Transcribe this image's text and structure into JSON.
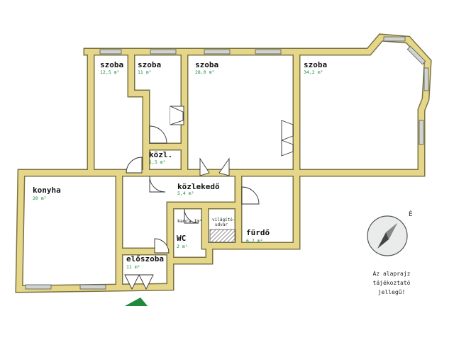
{
  "rooms": {
    "szoba1": {
      "name": "szoba",
      "area": "12,5 m²"
    },
    "szoba2": {
      "name": "szoba",
      "area": "11 m²"
    },
    "szoba3": {
      "name": "szoba",
      "area": "28,0 m²"
    },
    "szoba4": {
      "name": "szoba",
      "area": "34,2 m²"
    },
    "kozl": {
      "name": "közl.",
      "area": "1,5 m²"
    },
    "kozlekedo": {
      "name": "közlekedő",
      "area": "5,4 m²"
    },
    "konyha": {
      "name": "konyha",
      "area": "20 m²"
    },
    "furdo": {
      "name": "fürdő",
      "area": "6,7 m²"
    },
    "wc": {
      "name": "WC",
      "area": "2 m²"
    },
    "eloszoba": {
      "name": "előszoba",
      "area": "11 m²"
    }
  },
  "kamra": {
    "label": "kamra",
    "area": "1m²"
  },
  "vilagito": {
    "line1": "világító-",
    "line2": "udvar"
  },
  "compass": {
    "north": "É"
  },
  "note": {
    "line1": "Az alaprajz",
    "line2": "tájékoztató",
    "line3": "jellegű!"
  },
  "colors": {
    "wall": "#e6d68a",
    "wall_edge": "#7a7442",
    "window": "#cfd4d0",
    "entrance": "#1f8a3b",
    "area_text": "#1a8a3a"
  }
}
